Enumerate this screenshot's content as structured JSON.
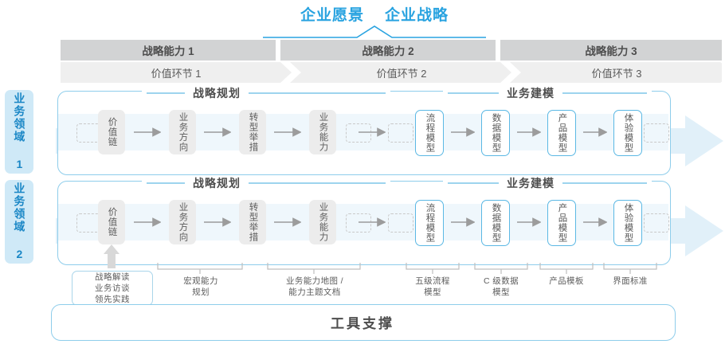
{
  "header": {
    "titles": [
      "企业愿景",
      "企业战略"
    ],
    "accent_color": "#29a3e0"
  },
  "capabilities": [
    {
      "label": "战略能力 1"
    },
    {
      "label": "战略能力 2"
    },
    {
      "label": "战略能力 3"
    }
  ],
  "value_chain": [
    {
      "label": "价值环节 1"
    },
    {
      "label": "价值环节 2"
    },
    {
      "label": "价值环节 3"
    }
  ],
  "domains": [
    {
      "tab_label": "业务领域 1",
      "sections": [
        {
          "title": "战略规划"
        },
        {
          "title": "业务建模"
        }
      ],
      "planning_nodes": [
        "价值链",
        "业务方向",
        "转型举措",
        "业务能力"
      ],
      "modeling_nodes": [
        "流程模型",
        "数据模型",
        "产品模型",
        "体验模型"
      ]
    },
    {
      "tab_label": "业务领域 2",
      "sections": [
        {
          "title": "战略规划"
        },
        {
          "title": "业务建模"
        }
      ],
      "planning_nodes": [
        "价值链",
        "业务方向",
        "转型举措",
        "业务能力"
      ],
      "modeling_nodes": [
        "流程模型",
        "数据模型",
        "产品模型",
        "体验模型"
      ]
    }
  ],
  "tool_support": {
    "title": "工具支撑",
    "highlight_chip": "战略解读\n业务访谈\n领先实践",
    "labels": [
      "宏观能力\n规划",
      "业务能力地图 /\n能力主题文档",
      "五级流程\n模型",
      "C 级数据\n模型",
      "产品模板",
      "界面标准"
    ]
  },
  "colors": {
    "blue_accent": "#29a3e0",
    "blue_border": "#8ecdeb",
    "blue_node": "#5bb8e4",
    "tab_bg": "#cfe9f7",
    "band_bg": "#eff7fc",
    "cap_bg": "#d2d3d4",
    "val_bg": "#efefef",
    "node_gray": "#ececec"
  }
}
